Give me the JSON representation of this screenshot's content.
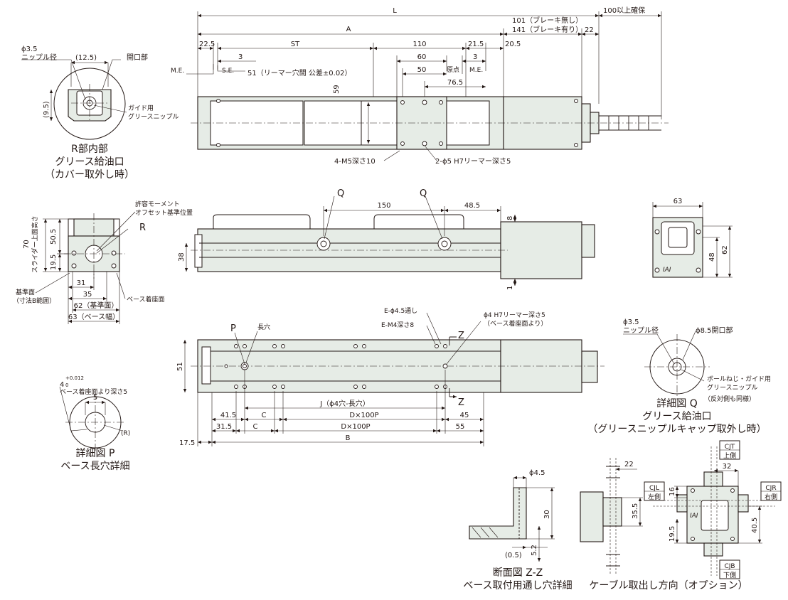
{
  "colors": {
    "body": "#e6ece6",
    "line": "#231815",
    "paper": "#ffffff"
  },
  "top_view": {
    "L": "L",
    "A": "A",
    "d100": "100以上確保",
    "brake_none": "101（ブレーキ無し）",
    "brake_yes": "141（ブレーキ有り）",
    "d22": "22",
    "d22_5": "22.5",
    "d3a": "3",
    "ST": "ST",
    "d110": "110",
    "d21_5": "21.5",
    "d3b": "3",
    "d20_5": "20.5",
    "ME1": "M.E.",
    "SE": "S.E.",
    "ream": "51（リーマー穴間 公差±0.02）",
    "d60": "60",
    "d50": "50",
    "origin": "原点",
    "ME2": "M.E.",
    "d76_5": "76.5",
    "d59": "59",
    "m5": "4-M5深さ10",
    "phi5": "2-ϕ5 H7リーマー深さ5"
  },
  "detail_r": {
    "phi": "ϕ3.5",
    "nipple": "ニップル径",
    "d12_5": "(12.5)",
    "opening": "開口部",
    "d9_5": "(9.5)",
    "guide1": "ガイド用",
    "guide2": "グリースニップル",
    "cap1": "R部内部",
    "cap2": "グリース給油口",
    "cap3": "（カバー取外し時）"
  },
  "side_view": {
    "Q1": "Q",
    "Q2": "Q",
    "d150": "150",
    "d48_5": "48.5",
    "d8": "8",
    "d38": "38",
    "d1": "1"
  },
  "end_left": {
    "moment1": "許容モーメント",
    "moment2": "オフセット基準位置",
    "R": "R",
    "d70": "70",
    "slider": "スライダー上面高さ",
    "d50_5": "50.5",
    "d19_5": "19.5",
    "d31": "31",
    "d35": "35",
    "d62": "62（基準面）",
    "d63": "63（ベース幅）",
    "ref1": "基準面",
    "ref2": "（寸法B範囲）",
    "base": "ベース着座面"
  },
  "end_right": {
    "d63": "63",
    "d48": "48",
    "d62": "62"
  },
  "bottom_view": {
    "P": "P",
    "slot": "長穴",
    "e45": "E-ϕ4.5通し",
    "em4": "E-M4深さ8",
    "phi4a": "ϕ4 H7リーマー深さ5",
    "phi4b": "（ベース着座面より）",
    "Z1": "Z",
    "Z2": "Z",
    "d51": "51",
    "J": "J（ϕ4穴-長穴）",
    "d41_5": "41.5",
    "C1": "C",
    "D1": "D×100P",
    "d45": "45",
    "d31_5": "31.5",
    "C2": "C",
    "D2": "D×100P",
    "d55": "55",
    "d17_5": "17.5",
    "B": "B"
  },
  "detail_p": {
    "tol": "4",
    "tol_sup": "+0.012",
    "tol_sub": "0",
    "depth": "ベース着座面より深さ5",
    "d5": "5",
    "Rm": "(R)",
    "cap1": "詳細図 P",
    "cap2": "ベース長穴詳細"
  },
  "detail_q": {
    "phi": "ϕ3.5",
    "nipple": "ニップル径",
    "open": "ϕ8.5開口部",
    "ball1": "ボールねじ・ガイド用",
    "ball2": "グリースニップル",
    "same": "（反対側も同様）",
    "cap1": "詳細図 Q",
    "cap2": "グリース給油口",
    "cap3": "（グリースニップルキャップ取外し時）"
  },
  "section_z": {
    "phi": "ϕ4.5",
    "d30": "30",
    "d0_5": "(0.5)",
    "d5_2": "5.2",
    "cap1": "断面図 Z-Z",
    "cap2": "ベース取付用通し穴詳細"
  },
  "cable": {
    "d22": "22",
    "d35_5": "35.5",
    "CJT": "CJT",
    "CJT2": "上側",
    "d32": "32",
    "CJL": "CJL",
    "CJL2": "左側",
    "d16": "16",
    "CJR": "CJR",
    "CJR2": "右側",
    "d19_5": "19.5",
    "d40_5": "40.5",
    "CJB": "CJB",
    "CJB2": "下側",
    "cap": "ケーブル取出し方向（オプション）"
  }
}
